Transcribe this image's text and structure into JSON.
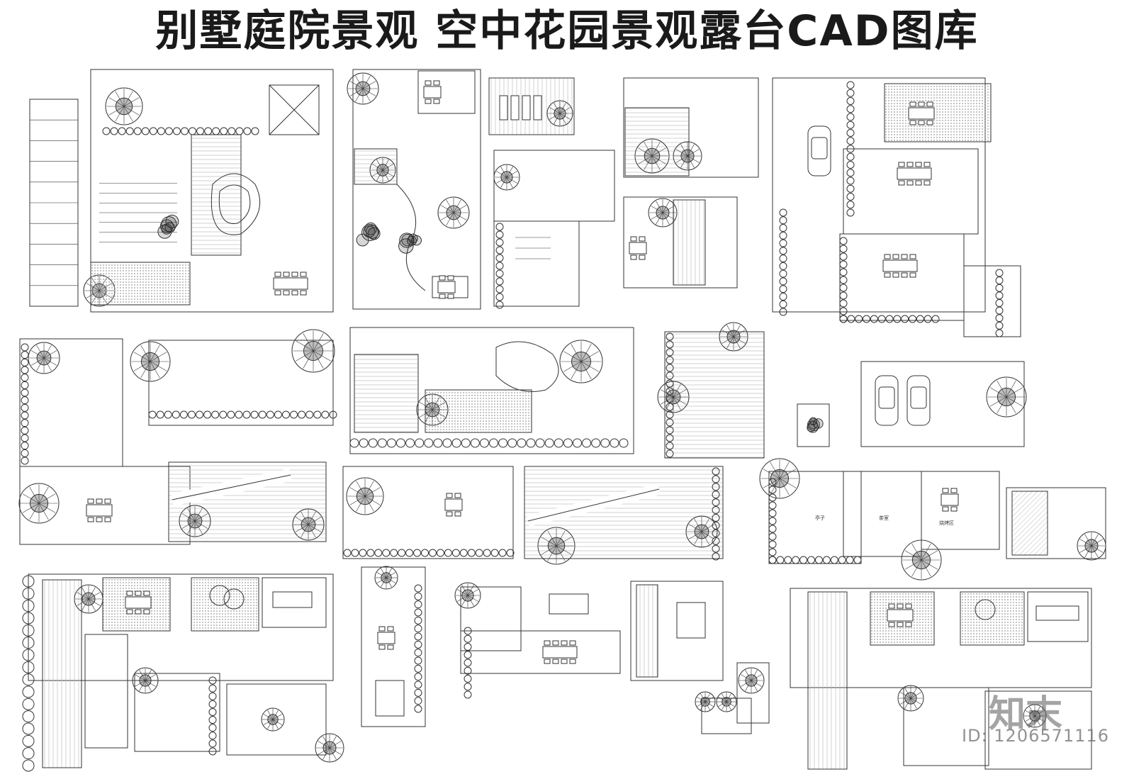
{
  "title": "别墅庭院景观  空中花园景观露台CAD图库",
  "brand_mark": "知末",
  "image_id": "ID: 1206571116",
  "plan_labels": {
    "sitting_area": "亭子",
    "tea_room": "茶室",
    "bbq_area": "烧烤区"
  },
  "colors": {
    "line": "#333333",
    "hatch": "#b5b5b5",
    "background": "#ffffff"
  },
  "icons": [
    "tree-symbol-icon",
    "shrub-symbol-icon",
    "car-icon",
    "table-chairs-icon",
    "lounge-chair-icon"
  ]
}
